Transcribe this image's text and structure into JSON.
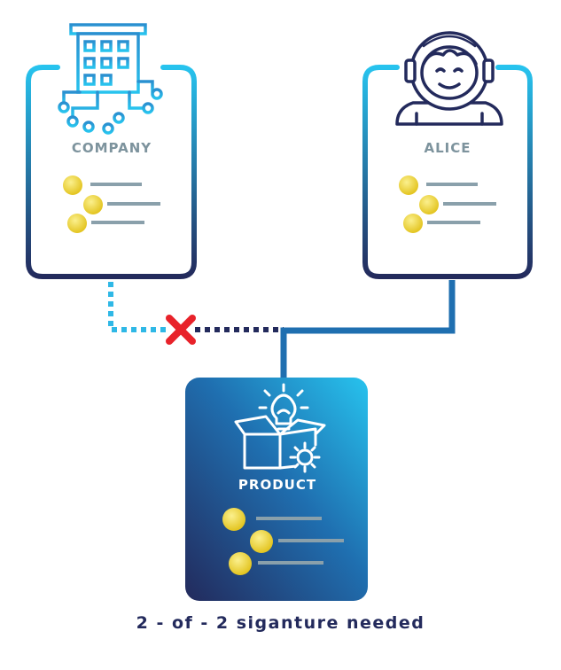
{
  "cards": {
    "company": {
      "label": "COMPANY"
    },
    "alice": {
      "label": "ALICE"
    },
    "product": {
      "label": "PRODUCT"
    }
  },
  "caption": "2 - of - 2 siganture needed",
  "icons": {
    "company": "building-circuit-icon",
    "alice": "astronaut-icon",
    "product": "box-lightbulb-gear-icon",
    "reject": "red-x-icon"
  },
  "colors": {
    "navy": "#232a5c",
    "cyan": "#27c3ee",
    "mid_blue": "#1f6fb0",
    "gray_line": "#8aa0ab",
    "gray_label": "#7d939d",
    "coin": "#f2dd4a",
    "reject": "#e8222a"
  }
}
